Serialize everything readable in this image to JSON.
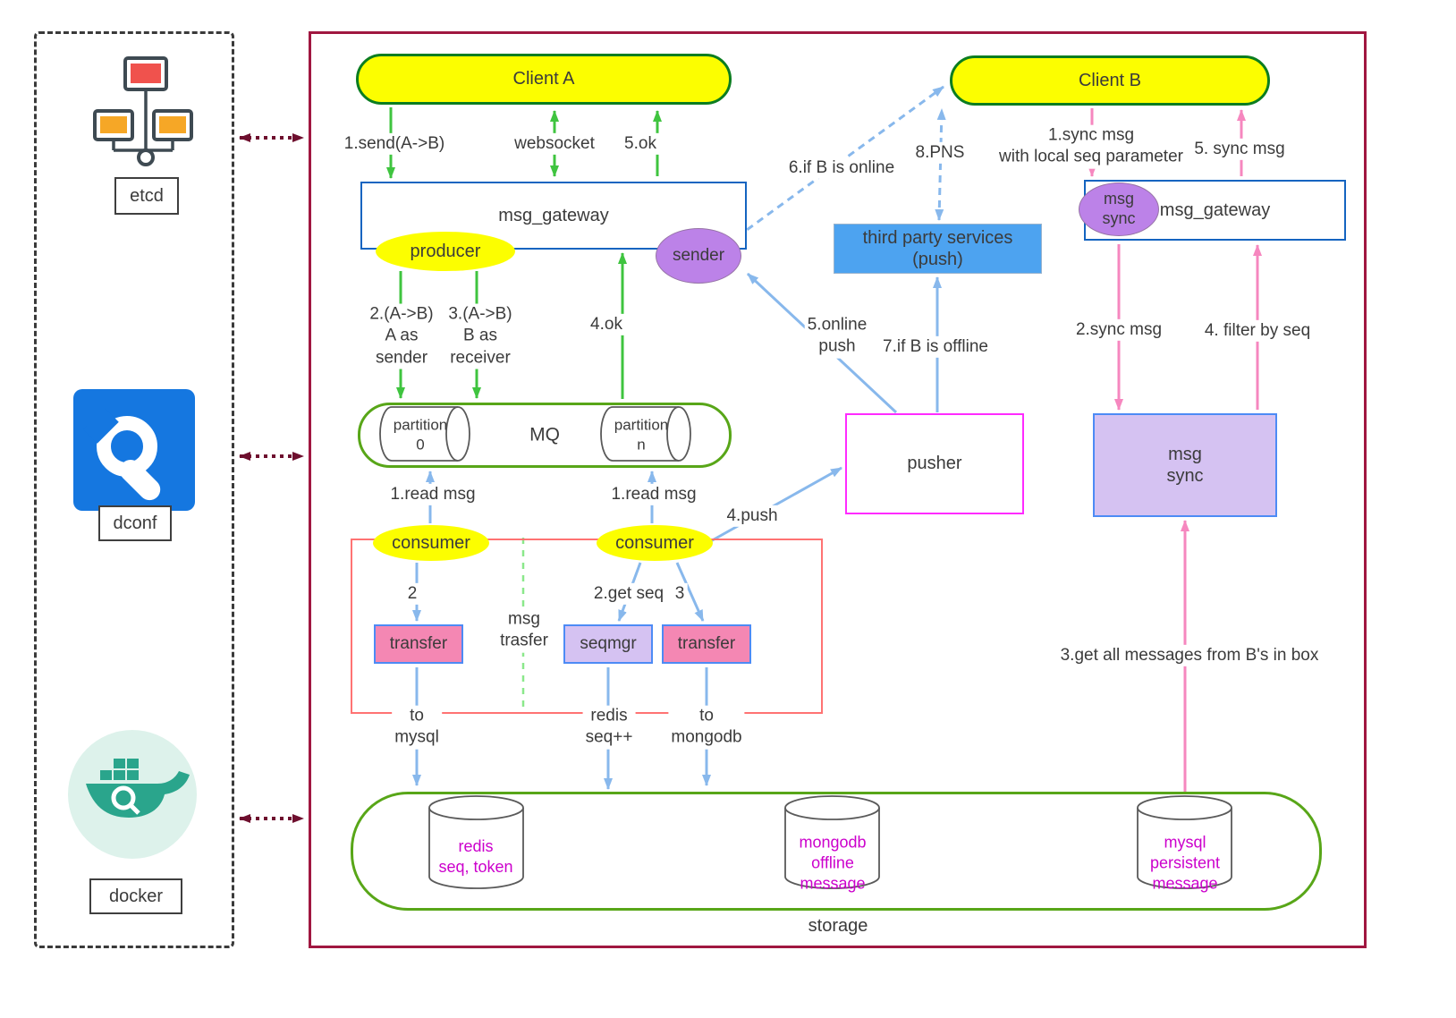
{
  "sidebar": {
    "etcd": "etcd",
    "dconf": "dconf",
    "docker": "docker"
  },
  "nodes": {
    "client_a": "Client A",
    "client_b": "Client B",
    "gateway_left": "msg_gateway",
    "gateway_right": "msg_gateway",
    "producer": "producer",
    "sender": "sender",
    "msg_sync_badge": "msg\nsync",
    "third_party": "third party services\n(push)",
    "mq": "MQ",
    "partition_0": "partition\n0",
    "partition_n": "partition\nn",
    "consumer_left": "consumer",
    "consumer_right": "consumer",
    "transfer_left": "transfer",
    "seqmgr": "seqmgr",
    "transfer_right": "transfer",
    "pusher": "pusher",
    "msg_sync_service": "msg\nsync",
    "storage": "storage",
    "redis": "redis\nseq, token",
    "mongodb": "mongodb\noffline\nmessage",
    "mysql": "mysql\npersistent\nmessage"
  },
  "edges": {
    "send": "1.send(A->B)",
    "websocket": "websocket",
    "ok_5": "5.ok",
    "a_as_sender": "2.(A->B)\nA as\nsender",
    "b_as_receiver": "3.(A->B)\nB as\nreceiver",
    "ok_4": "4.ok",
    "if_b_online": "6.if B is online",
    "pns": "8.PNS",
    "sync_msg_local": "1.sync msg\nwith local seq parameter",
    "sync_msg_5": "5. sync msg",
    "online_push": "5.online\npush",
    "if_b_offline": "7.if B is offline",
    "sync_msg_2": "2.sync msg",
    "filter_by_seq": "4. filter by seq",
    "read_msg_left": "1.read msg",
    "read_msg_right": "1.read msg",
    "push_4": "4.push",
    "step_2": "2",
    "get_seq": "2.get seq",
    "step_3": "3",
    "msg_trasfer": "msg\ntrasfer",
    "to_mysql": "to\nmysql",
    "redis_seq_inc": "redis\nseq++",
    "to_mongodb": "to\nmongodb",
    "get_all_messages": "3.get all messages from B's in box"
  },
  "colors": {
    "frame_border": "#A01740",
    "maroon": "#6E0F2E",
    "green_arrow": "#3FC43F",
    "blue_arrow": "#88B8EC",
    "pink_arrow": "#F687BF",
    "yellow_fill": "#FCFE00",
    "pill_border": "#0B7D20",
    "container_border": "#58A618",
    "gateway_border": "#1464C0",
    "purple_fill": "#BC82E8",
    "lavender_fill": "#D5C2F2",
    "pinkbox_fill": "#F487B3",
    "smallbox_border": "#4D8BF5",
    "third_party_fill": "#4DA3F0",
    "pusher_border": "#FF2BFF",
    "red_frame_border": "#FF7373",
    "dashed_green": "#8BE88B",
    "db_text": "#CC00CC",
    "dconf_blue": "#1577E0",
    "docker_teal": "#2AA58C",
    "text": "#3B3B3B"
  }
}
